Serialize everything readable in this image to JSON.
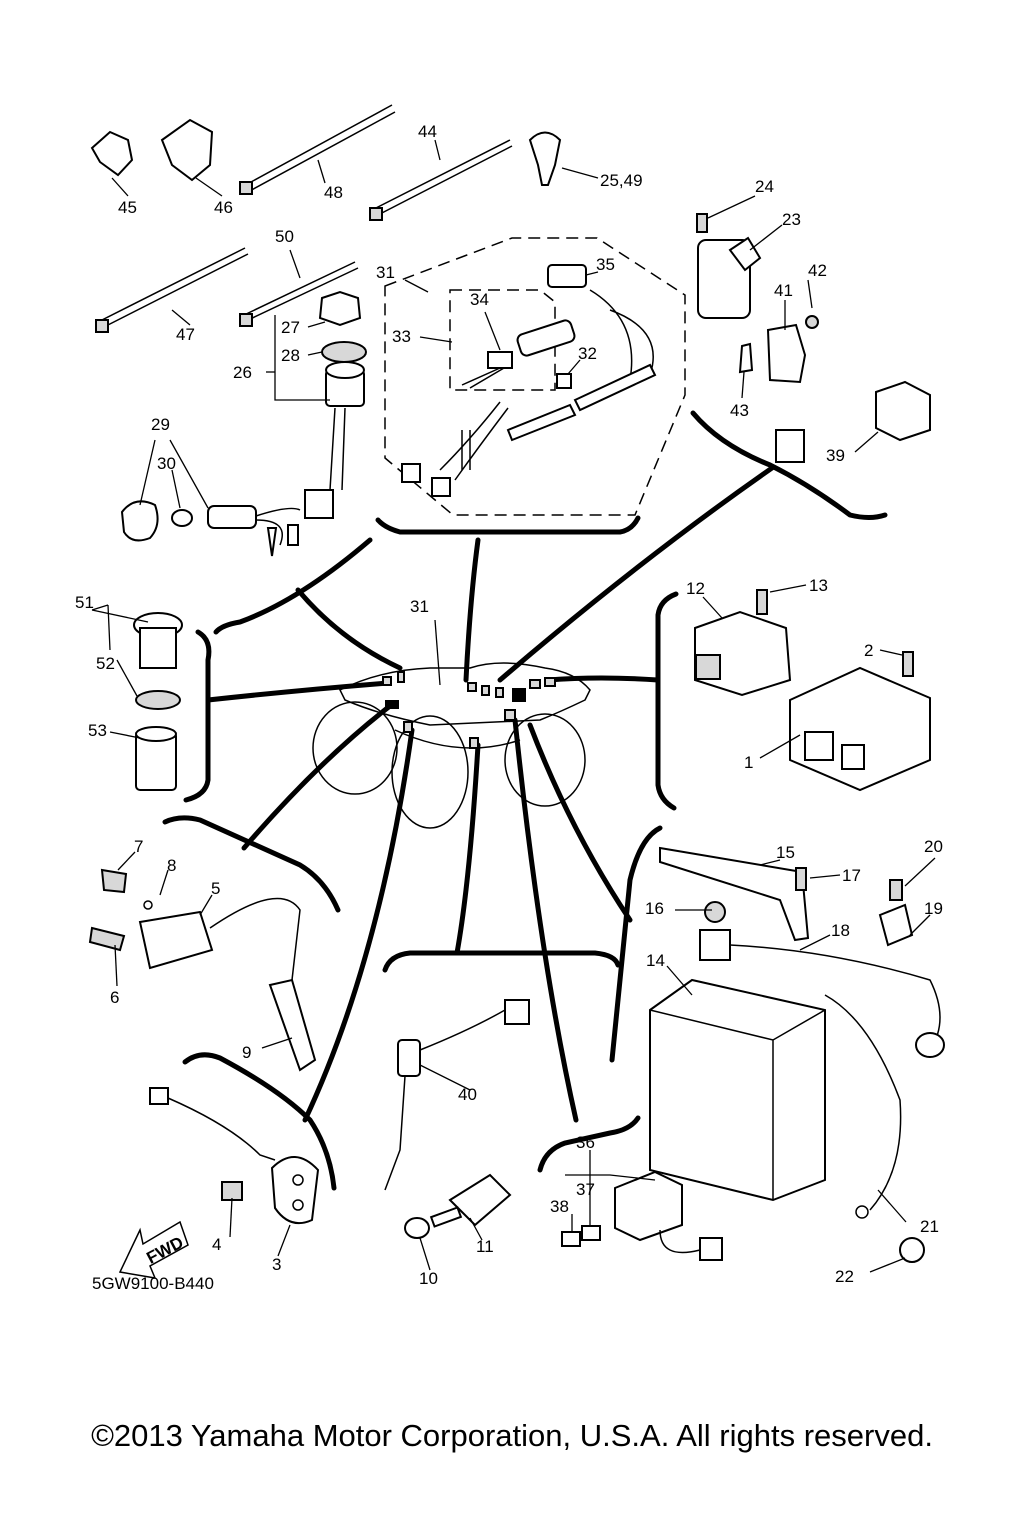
{
  "diagram": {
    "part_labels": [
      "1",
      "2",
      "3",
      "4",
      "5",
      "6",
      "7",
      "8",
      "9",
      "10",
      "11",
      "12",
      "13",
      "14",
      "15",
      "16",
      "17",
      "18",
      "19",
      "20",
      "21",
      "22",
      "23",
      "24",
      "25,49",
      "26",
      "27",
      "28",
      "29",
      "30",
      "31",
      "31",
      "32",
      "33",
      "34",
      "35",
      "36",
      "37",
      "38",
      "39",
      "40",
      "41",
      "42",
      "43",
      "44",
      "45",
      "46",
      "47",
      "48",
      "50",
      "51",
      "52",
      "53"
    ],
    "fwd_label": "FWD",
    "diagram_code": "5GW9100-B440"
  },
  "footer": {
    "copyright": "©2013 Yamaha Motor Corporation, U.S.A. All rights reserved."
  }
}
